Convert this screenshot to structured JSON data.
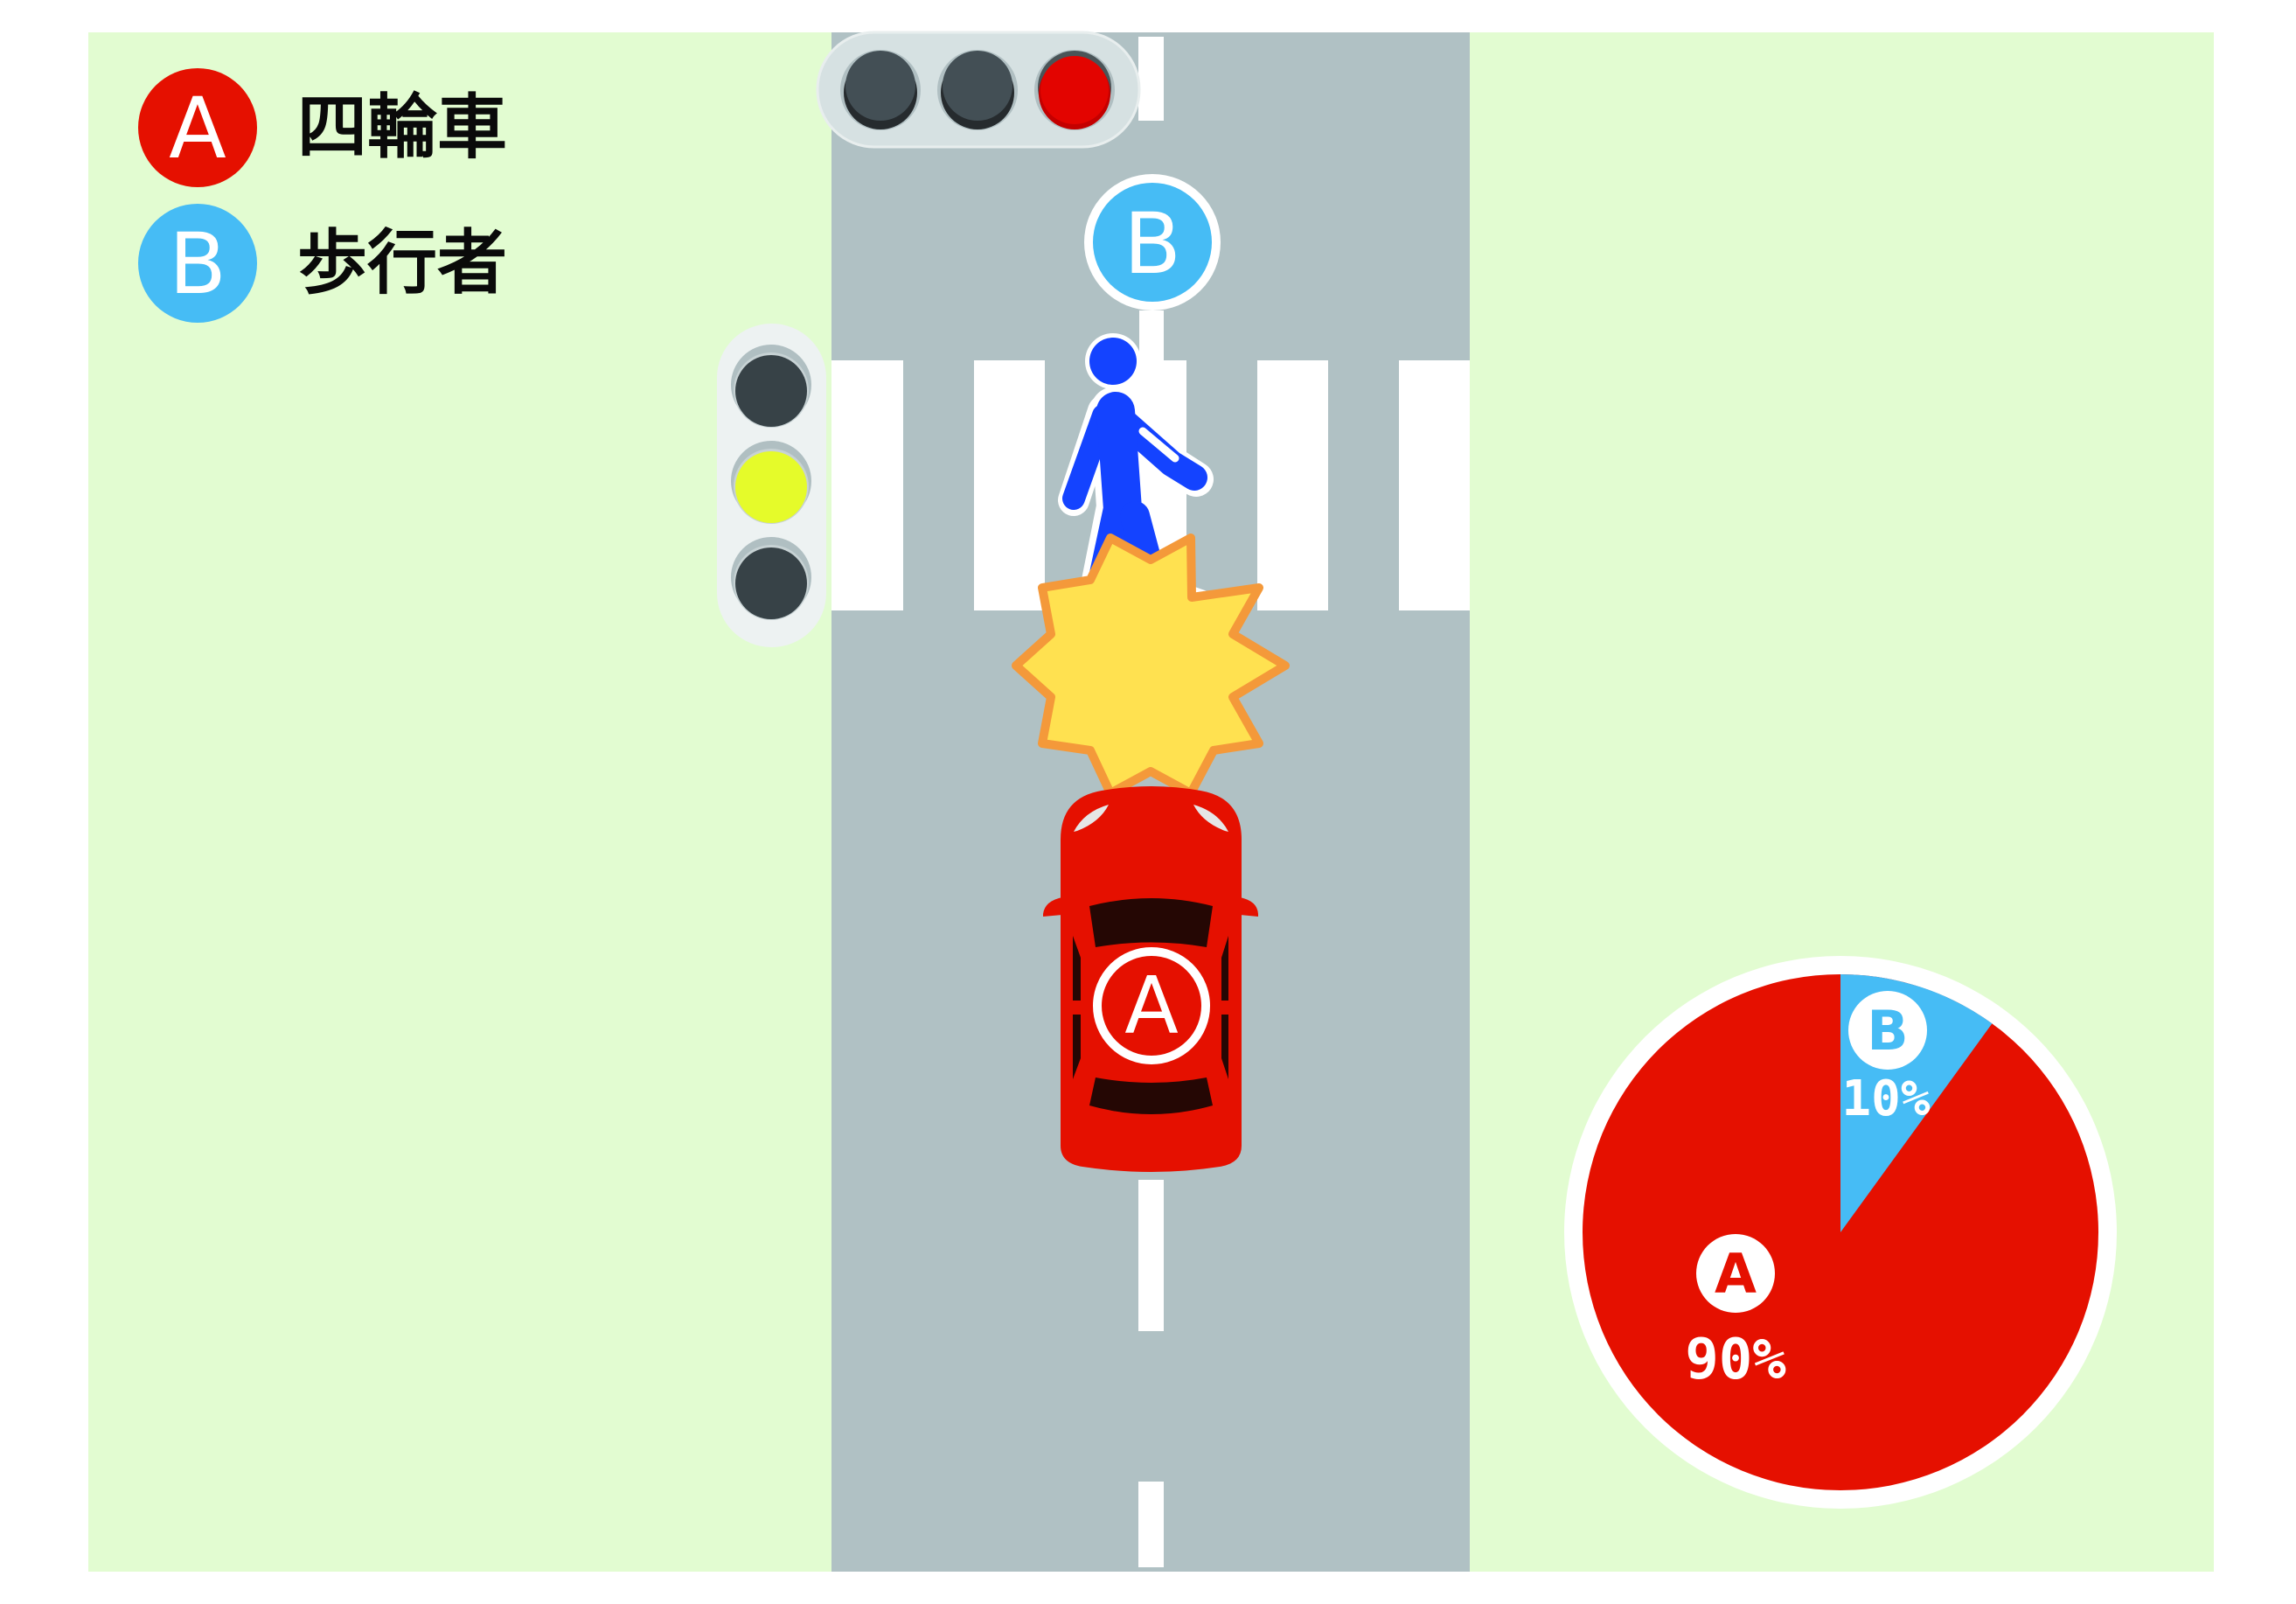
{
  "scene": {
    "title": "Pedestrian crossing accident diagram",
    "colors": {
      "background": "#ffffff",
      "grass": "#e2fcd1",
      "road": "#b0c1c4",
      "road_marking": "#ffffff",
      "party_a": "#e51000",
      "party_b": "#46bcf5",
      "pedestrian": "#1443ff",
      "signal_housing": "#d6e1e2",
      "signal_off": "#434f55",
      "signal_off_shadow": "#262b2e",
      "signal_red": "#e30400",
      "signal_yellow": "#e5fb2a",
      "impact_fill": "#ffe150",
      "impact_stroke": "#f4993a",
      "car_window": "#250704"
    }
  },
  "legend": {
    "items": [
      {
        "letter": "A",
        "label": "四輪車",
        "color": "#e51000"
      },
      {
        "letter": "B",
        "label": "歩行者",
        "color": "#46bcf5"
      }
    ]
  },
  "signals": {
    "vehicle_signal": {
      "orientation": "horizontal",
      "lights": [
        "off",
        "off",
        "red"
      ],
      "active": "red"
    },
    "pedestrian_side_signal": {
      "orientation": "vertical",
      "lights": [
        "off",
        "yellow",
        "off"
      ],
      "active": "yellow"
    }
  },
  "markers": {
    "pedestrian_marker": {
      "letter": "B"
    },
    "car_marker": {
      "letter": "A"
    }
  },
  "chart_data": {
    "type": "pie",
    "title": "",
    "categories": [
      "A",
      "B"
    ],
    "labels": [
      "四輪車",
      "歩行者"
    ],
    "values": [
      90,
      10
    ],
    "value_labels": [
      "90%",
      "10%"
    ],
    "colors": [
      "#e51000",
      "#46bcf5"
    ],
    "start_angle_deg": 0,
    "direction": "clockwise",
    "legend": "top-left (A 四輪車, B 歩行者)"
  },
  "pie": {
    "a_letter": "A",
    "a_value": "90%",
    "b_letter": "B",
    "b_value": "10%"
  }
}
